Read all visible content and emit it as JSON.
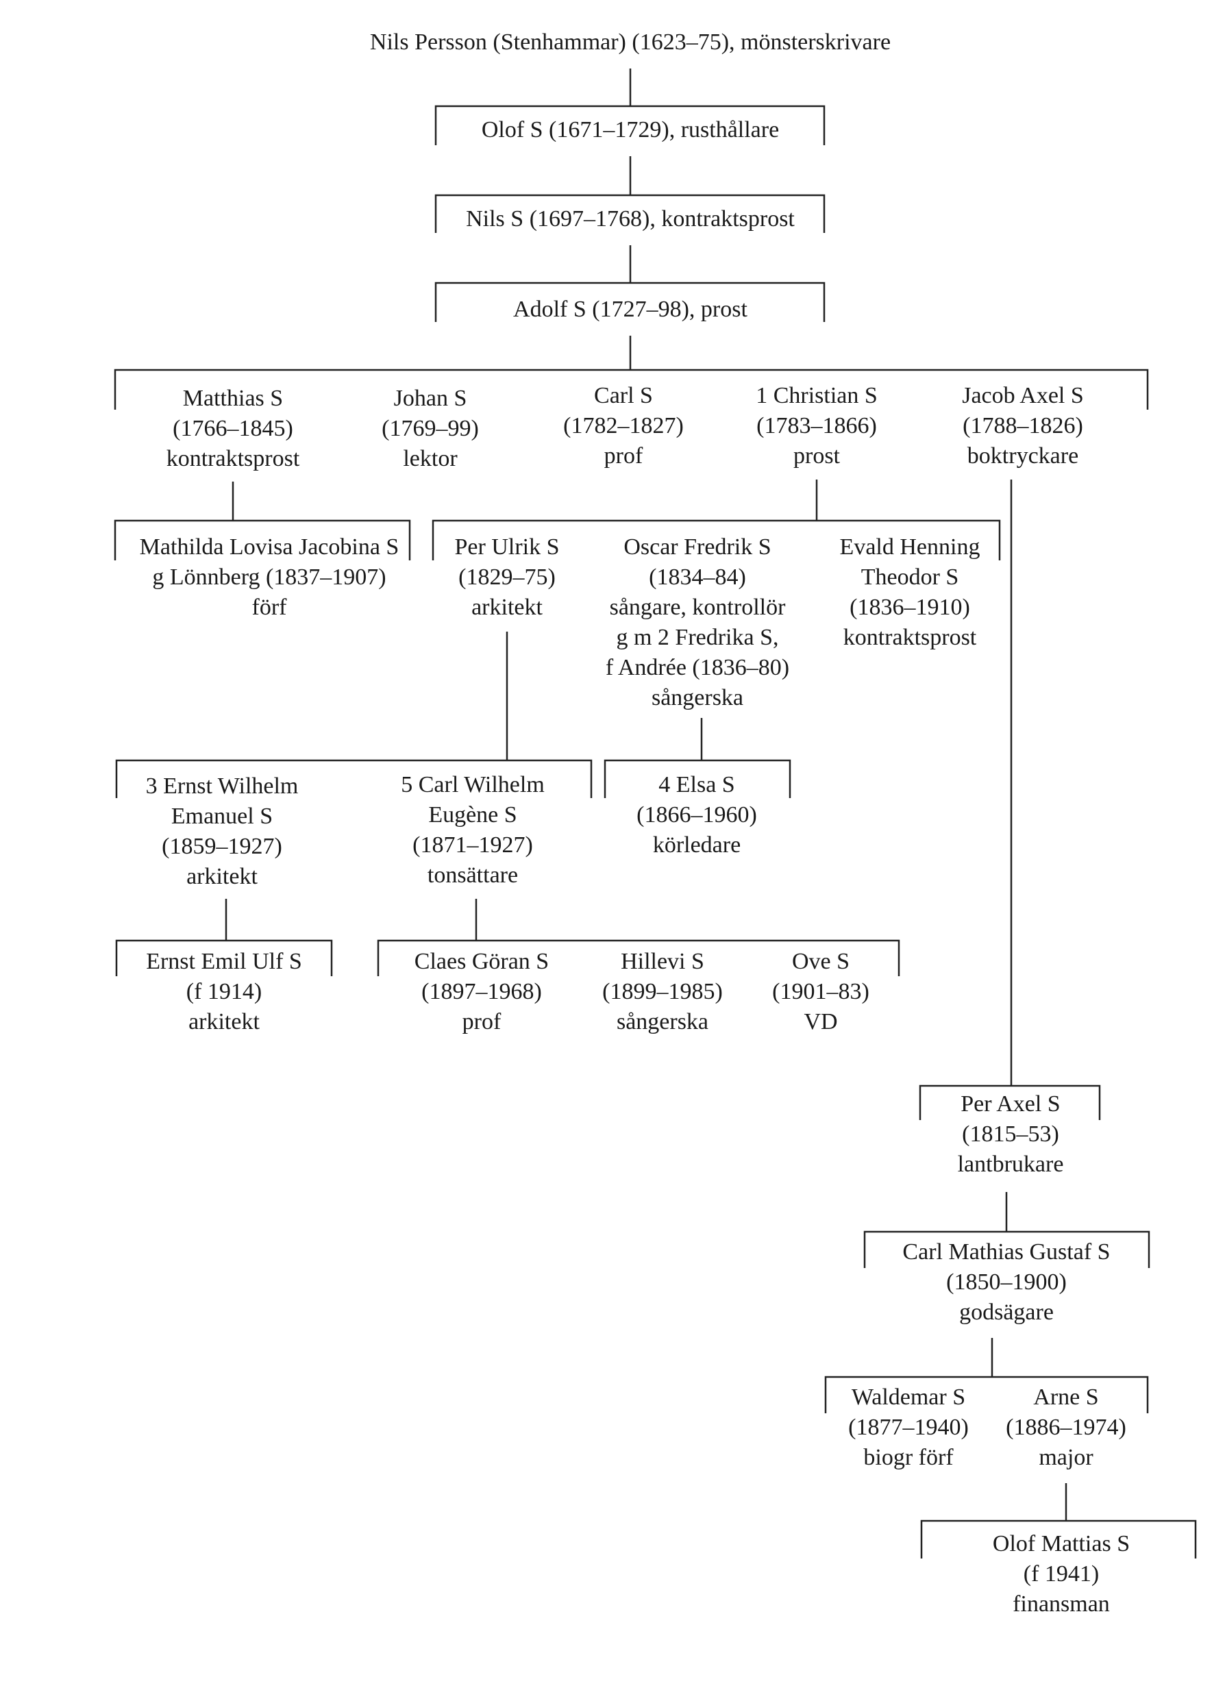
{
  "people": {
    "nils_persson": {
      "l1": "Nils Persson (Stenhammar) (1623–75), mönsterskrivare"
    },
    "olof_1671": {
      "l1": "Olof S (1671–1729), rusthållare"
    },
    "nils_1697": {
      "l1": "Nils S (1697–1768), kontraktsprost"
    },
    "adolf": {
      "l1": "Adolf S (1727–98), prost"
    },
    "matthias": {
      "l1": "Matthias S",
      "l2": "(1766–1845)",
      "l3": "kontraktsprost"
    },
    "johan": {
      "l1": "Johan S",
      "l2": "(1769–99)",
      "l3": "lektor"
    },
    "carl_1782": {
      "l1": "Carl S",
      "l2": "(1782–1827)",
      "l3": "prof"
    },
    "christian": {
      "l1": "1 Christian S",
      "l2": "(1783–1866)",
      "l3": "prost"
    },
    "jacob_axel": {
      "l1": "Jacob Axel S",
      "l2": "(1788–1826)",
      "l3": "boktryckare"
    },
    "mathilda": {
      "l1": "Mathilda Lovisa Jacobina S",
      "l2": "g Lönnberg (1837–1907)",
      "l3": "förf"
    },
    "per_ulrik": {
      "l1": "Per Ulrik S",
      "l2": "(1829–75)",
      "l3": "arkitekt"
    },
    "oscar": {
      "l1": "Oscar Fredrik S",
      "l2": "(1834–84)",
      "l3": "sångare, kontrollör",
      "l4": "g m 2 Fredrika S,",
      "l5": "f Andrée (1836–80)",
      "l6": "sångerska"
    },
    "evald": {
      "l1": "Evald Henning",
      "l2": "Theodor S",
      "l3": "(1836–1910)",
      "l4": "kontraktsprost"
    },
    "ernst_wilhelm": {
      "l1": "3 Ernst Wilhelm",
      "l2": "Emanuel S",
      "l3": "(1859–1927)",
      "l4": "arkitekt"
    },
    "carl_wilhelm": {
      "l1": "5 Carl Wilhelm",
      "l2": "Eugène S",
      "l3": "(1871–1927)",
      "l4": "tonsättare"
    },
    "elsa": {
      "l1": "4 Elsa S",
      "l2": "(1866–1960)",
      "l3": "körledare"
    },
    "ernst_emil": {
      "l1": "Ernst Emil Ulf S",
      "l2": "(f 1914)",
      "l3": "arkitekt"
    },
    "claes": {
      "l1": "Claes Göran S",
      "l2": "(1897–1968)",
      "l3": "prof"
    },
    "hillevi": {
      "l1": "Hillevi S",
      "l2": "(1899–1985)",
      "l3": "sångerska"
    },
    "ove": {
      "l1": "Ove S",
      "l2": "(1901–83)",
      "l3": "VD"
    },
    "per_axel": {
      "l1": "Per Axel S",
      "l2": "(1815–53)",
      "l3": "lantbrukare"
    },
    "carl_mathias": {
      "l1": "Carl Mathias Gustaf S",
      "l2": "(1850–1900)",
      "l3": "godsägare"
    },
    "waldemar": {
      "l1": "Waldemar S",
      "l2": "(1877–1940)",
      "l3": "biogr förf"
    },
    "arne": {
      "l1": "Arne S",
      "l2": "(1886–1974)",
      "l3": "major"
    },
    "olof_mattias": {
      "l1": "Olof Mattias S",
      "l2": "(f 1941)",
      "l3": "finansman"
    }
  }
}
